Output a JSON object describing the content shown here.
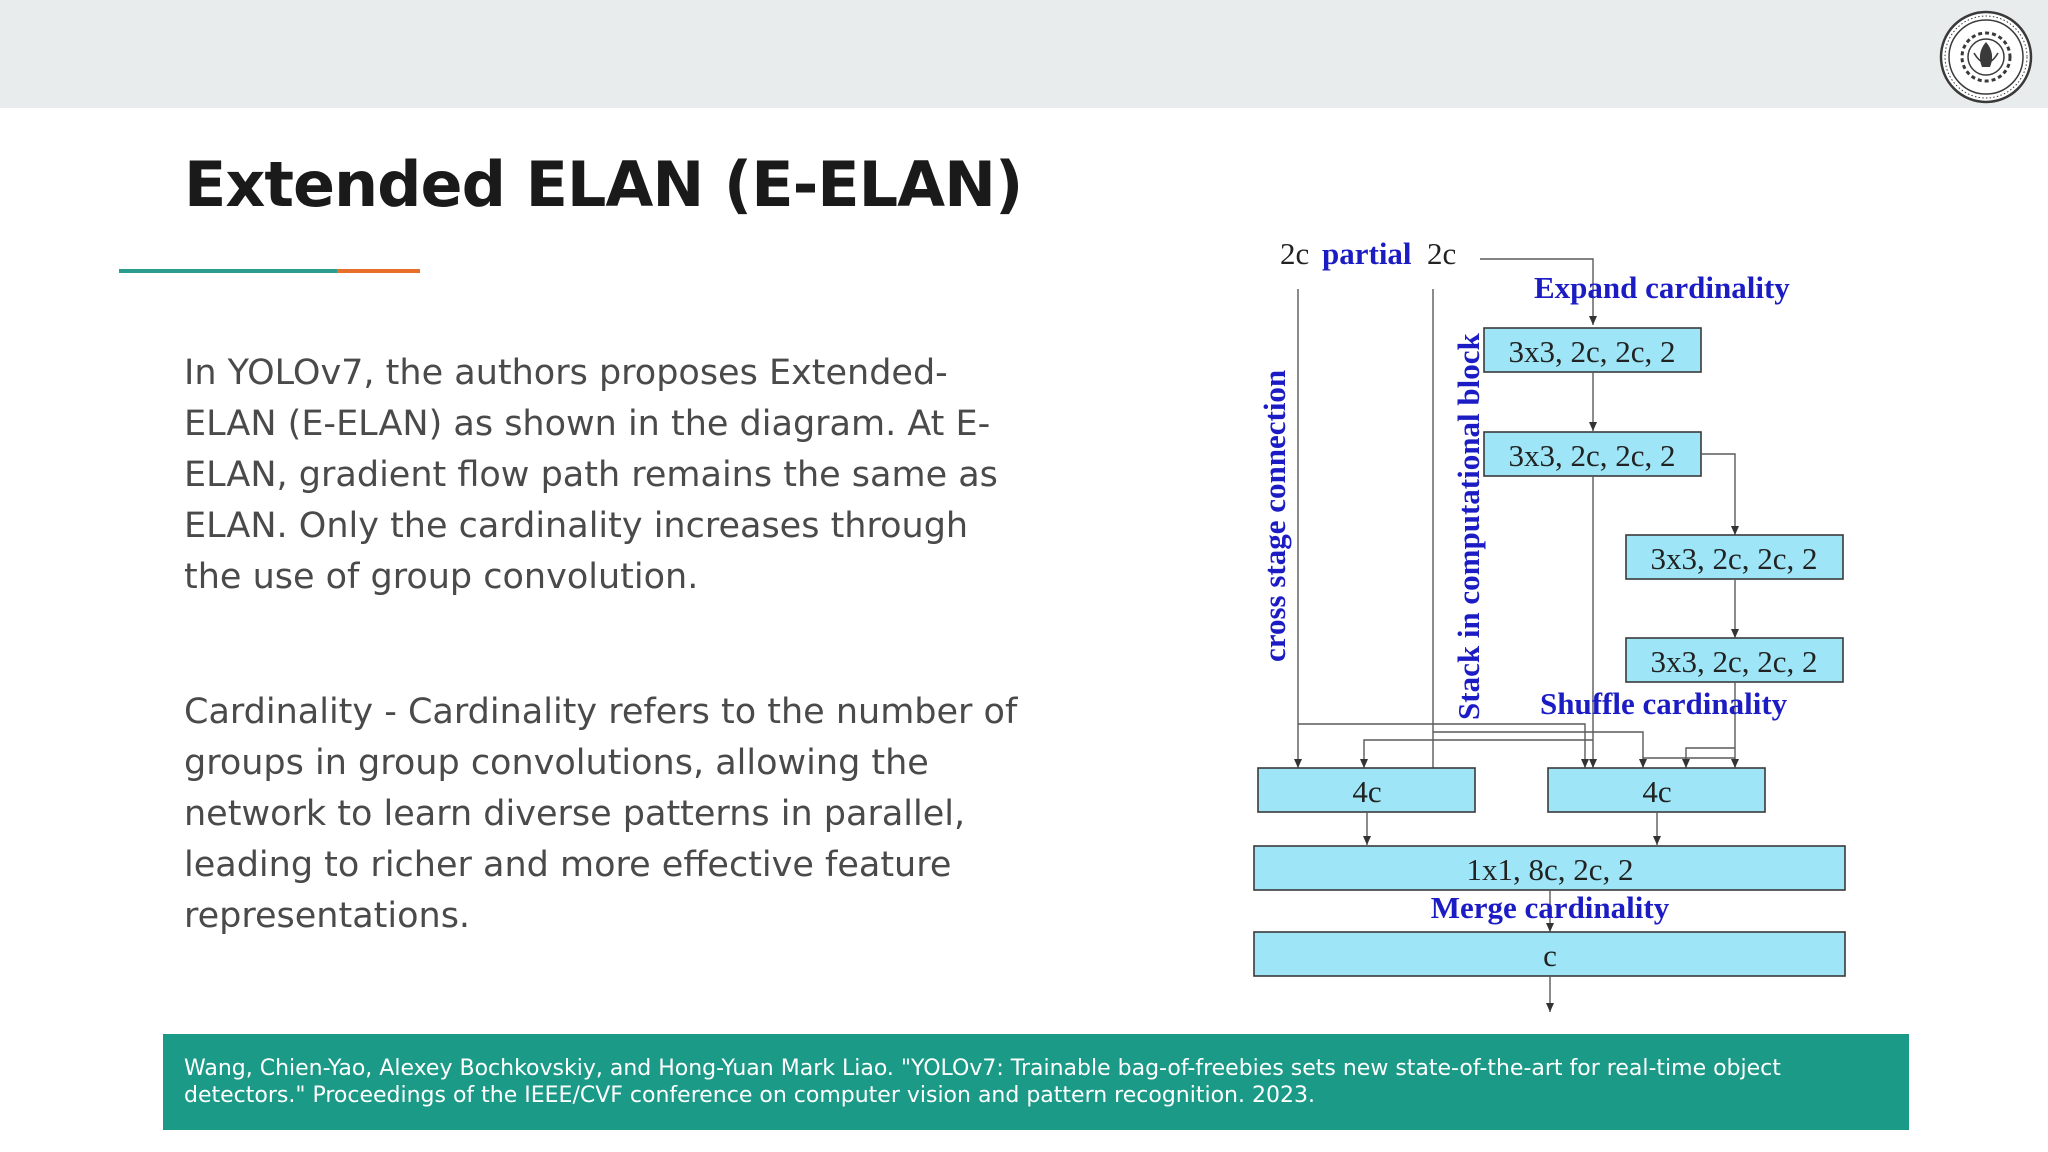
{
  "slide": {
    "title": "Extended ELAN (E-ELAN)",
    "paragraph_1": "In YOLOv7, the authors proposes Extended-ELAN (E-ELAN) as shown in the diagram. At E-ELAN, gradient flow path remains the same as ELAN. Only the cardinality increases through the use of group convolution.",
    "paragraph_2": "Cardinality - Cardinality refers to the number of groups in group convolutions, allowing the network to learn diverse patterns in parallel, leading to richer and more effective feature representations.",
    "reference": "Wang, Chien-Yao, Alexey Bochkovskiy, and Hong-Yuan Mark Liao. \"YOLOv7: Trainable bag-of-freebies sets new state-of-the-art for real-time object detectors.\" Proceedings of the IEEE/CVF conference on computer vision and pattern recognition. 2023."
  },
  "colors": {
    "accent_teal": "#2a9d8f",
    "accent_orange": "#e76f2a",
    "footer_bg": "#1b9a87",
    "box_fill": "#9ee6f7",
    "diagram_label_blue": "#1c1cc4"
  },
  "logo": {
    "icon": "institute-seal-icon"
  },
  "diagram": {
    "input_left": "2c",
    "input_mid": "partial",
    "input_right": "2c",
    "expand_label": "Expand cardinality",
    "shuffle_label": "Shuffle cardinality",
    "merge_label": "Merge cardinality",
    "cross_stage_label": "cross stage connection",
    "stack_label": "Stack in computational block",
    "conv_1": "3x3, 2c, 2c, 2",
    "conv_2": "3x3, 2c, 2c, 2",
    "conv_3": "3x3, 2c, 2c, 2",
    "conv_4": "3x3, 2c, 2c, 2",
    "concat_left": "4c",
    "concat_right": "4c",
    "merge_conv": "1x1, 8c, 2c, 2",
    "output": "c"
  }
}
